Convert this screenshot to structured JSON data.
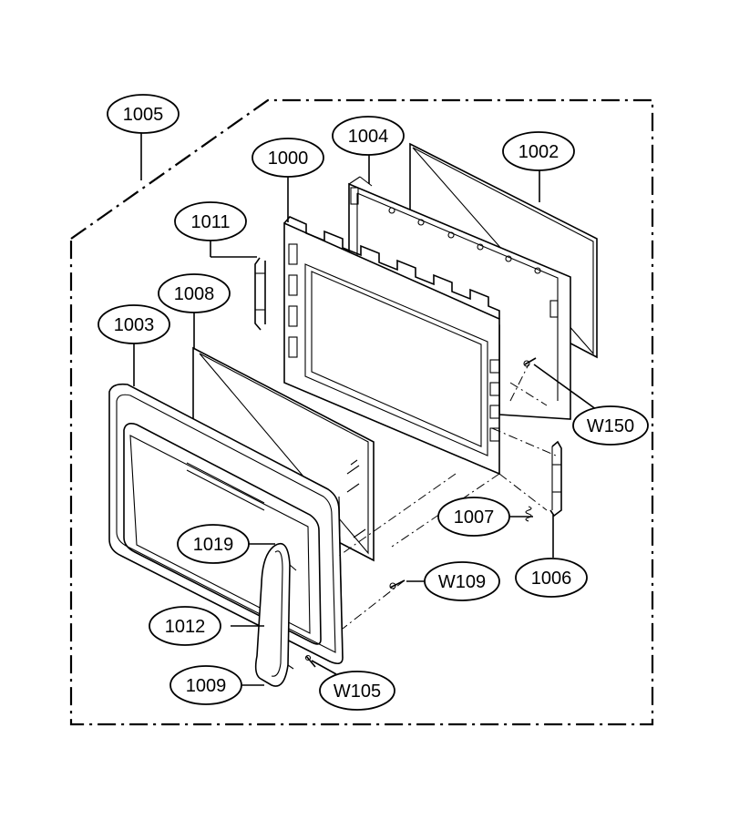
{
  "labels": {
    "l1005": "1005",
    "l1004": "1004",
    "l1002": "1002",
    "l1000": "1000",
    "l1011": "1011",
    "l1008": "1008",
    "l1003": "1003",
    "lW150": "W150",
    "l1007": "1007",
    "l1019": "1019",
    "lW109": "W109",
    "l1006": "1006",
    "l1012": "1012",
    "l1009": "1009",
    "lW105": "W105"
  }
}
